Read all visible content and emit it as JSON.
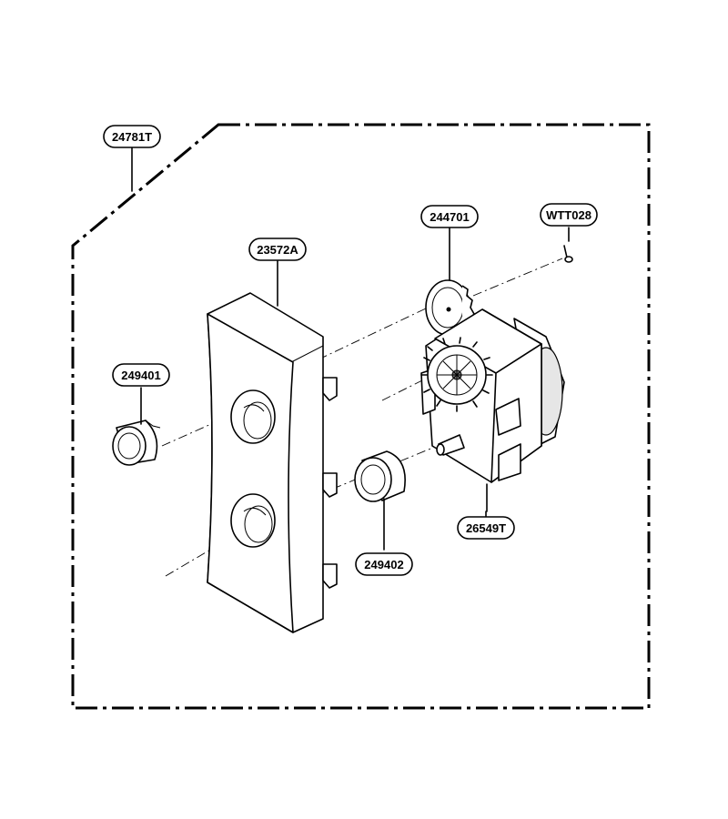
{
  "callouts": {
    "assembly": "24781T",
    "front_panel": "23572A",
    "upper_knob": "249401",
    "lower_knob": "249402",
    "gear": "244701",
    "screw": "WTT028",
    "timer": "26549T"
  }
}
